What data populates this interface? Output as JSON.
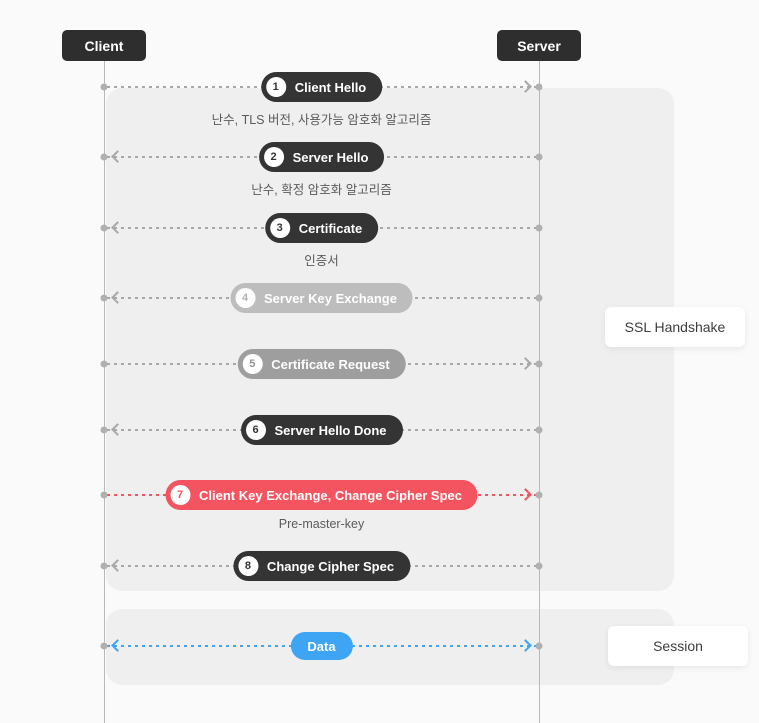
{
  "actors": {
    "client": "Client",
    "server": "Server"
  },
  "groups": {
    "handshake_label": "SSL Handshake",
    "session_label": "Session"
  },
  "messages": [
    {
      "num": "1",
      "label": "Client Hello",
      "direction": "right",
      "theme": "dark",
      "sublabel": "난수, TLS 버전, 사용가능 암호화 알고리즘"
    },
    {
      "num": "2",
      "label": "Server Hello",
      "direction": "left",
      "theme": "dark",
      "sublabel": "난수, 확정 암호화 알고리즘"
    },
    {
      "num": "3",
      "label": "Certificate",
      "direction": "left",
      "theme": "dark",
      "sublabel": "인증서"
    },
    {
      "num": "4",
      "label": "Server Key Exchange",
      "direction": "left",
      "theme": "light-gray"
    },
    {
      "num": "5",
      "label": "Certificate Request",
      "direction": "right",
      "theme": "gray"
    },
    {
      "num": "6",
      "label": "Server Hello Done",
      "direction": "left",
      "theme": "dark"
    },
    {
      "num": "7",
      "label": "Client Key Exchange, Change Cipher Spec",
      "direction": "right",
      "theme": "red",
      "sublabel": "Pre-master-key"
    },
    {
      "num": "8",
      "label": "Change Cipher Spec",
      "direction": "left",
      "theme": "dark"
    },
    {
      "num": "",
      "label": "Data",
      "direction": "both",
      "theme": "blue"
    }
  ],
  "colors": {
    "page_bg": "#fafafa",
    "section_bg": "#efefef",
    "actor_bg": "#2e2e2e",
    "pill_dark": "#343434",
    "pill_light_gray": "#bdbdbd",
    "pill_gray": "#9e9e9e",
    "pill_red": "#f3545f",
    "pill_blue": "#3da5f4",
    "arrow_gray": "#a8a8a8",
    "lifeline": "#b9b9b9",
    "note_text": "#5b5b5b"
  }
}
